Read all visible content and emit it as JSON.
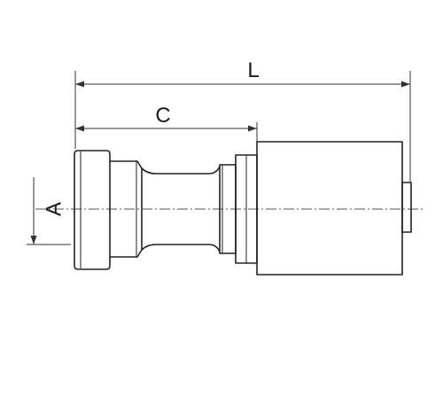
{
  "dimensions": {
    "overall_length": "L",
    "body_length": "C",
    "diameter": "A"
  },
  "colors": {
    "line": "#222222",
    "background": "#ffffff"
  }
}
